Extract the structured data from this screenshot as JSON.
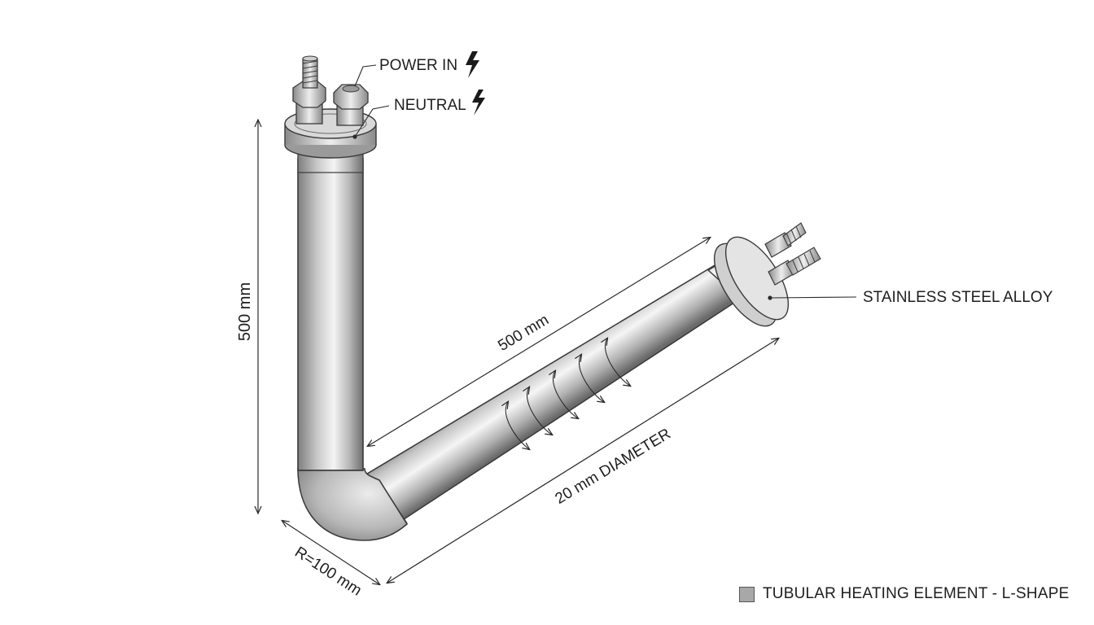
{
  "labels": {
    "power_in": "POWER IN",
    "neutral": "NEUTRAL",
    "material": "STAINLESS STEEL ALLOY",
    "vertical_length": "500 mm",
    "horizontal_length": "500 mm",
    "diameter": "20 mm DIAMETER",
    "bend_radius": "R=100 mm"
  },
  "legend": {
    "label": "TUBULAR HEATING ELEMENT - L-SHAPE"
  },
  "colors": {
    "steel_dark": "#7e7e7e",
    "steel_light": "#f4f4f4",
    "outline": "#3a3a3a",
    "text": "#1e1e1e",
    "legend_swatch": "#a8a8a8"
  },
  "icons": [
    "lightning-bolt-icon",
    "lightning-bolt-icon"
  ]
}
